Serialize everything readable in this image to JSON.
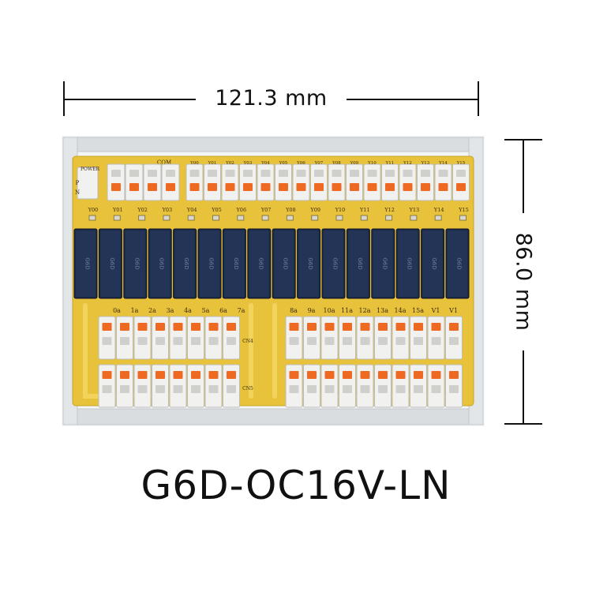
{
  "dimensions": {
    "width_label": "121.3 mm",
    "height_label": "86.0 mm"
  },
  "model": "G6D-OC16V-LN",
  "board": {
    "power_header": "POWER",
    "power_pins": [
      "P",
      "N"
    ],
    "com_label": "COM",
    "top_terminal_labels": [
      "Y00",
      "Y01",
      "Y02",
      "Y03",
      "Y04",
      "Y05",
      "Y06",
      "Y07",
      "Y08",
      "Y09",
      "Y10",
      "Y11",
      "Y12",
      "Y13",
      "Y14",
      "Y15"
    ],
    "relay_row_labels": [
      "Y00",
      "Y01",
      "Y02",
      "Y03",
      "Y04",
      "Y05",
      "Y06",
      "Y07",
      "Y08",
      "Y09",
      "Y10",
      "Y11",
      "Y12",
      "Y13",
      "Y14",
      "Y15"
    ],
    "relay_marking": "G6D",
    "relay_count": 16,
    "left_output_labels": [
      "0a",
      "1a",
      "2a",
      "3a",
      "4a",
      "5a",
      "6a",
      "7a"
    ],
    "right_output_labels": [
      "8a",
      "9a",
      "10a",
      "11a",
      "12a",
      "13a",
      "14a",
      "15a",
      "V1",
      "V1"
    ],
    "cn_labels": [
      "CN4",
      "CN5"
    ]
  },
  "colors": {
    "pcb": "#e8c23a",
    "trace": "#f2d45c",
    "relay": "#1c2a45",
    "terminal_body": "#f1f1ef",
    "terminal_lever": "#ee6a22",
    "rail": "#d9dde0"
  }
}
